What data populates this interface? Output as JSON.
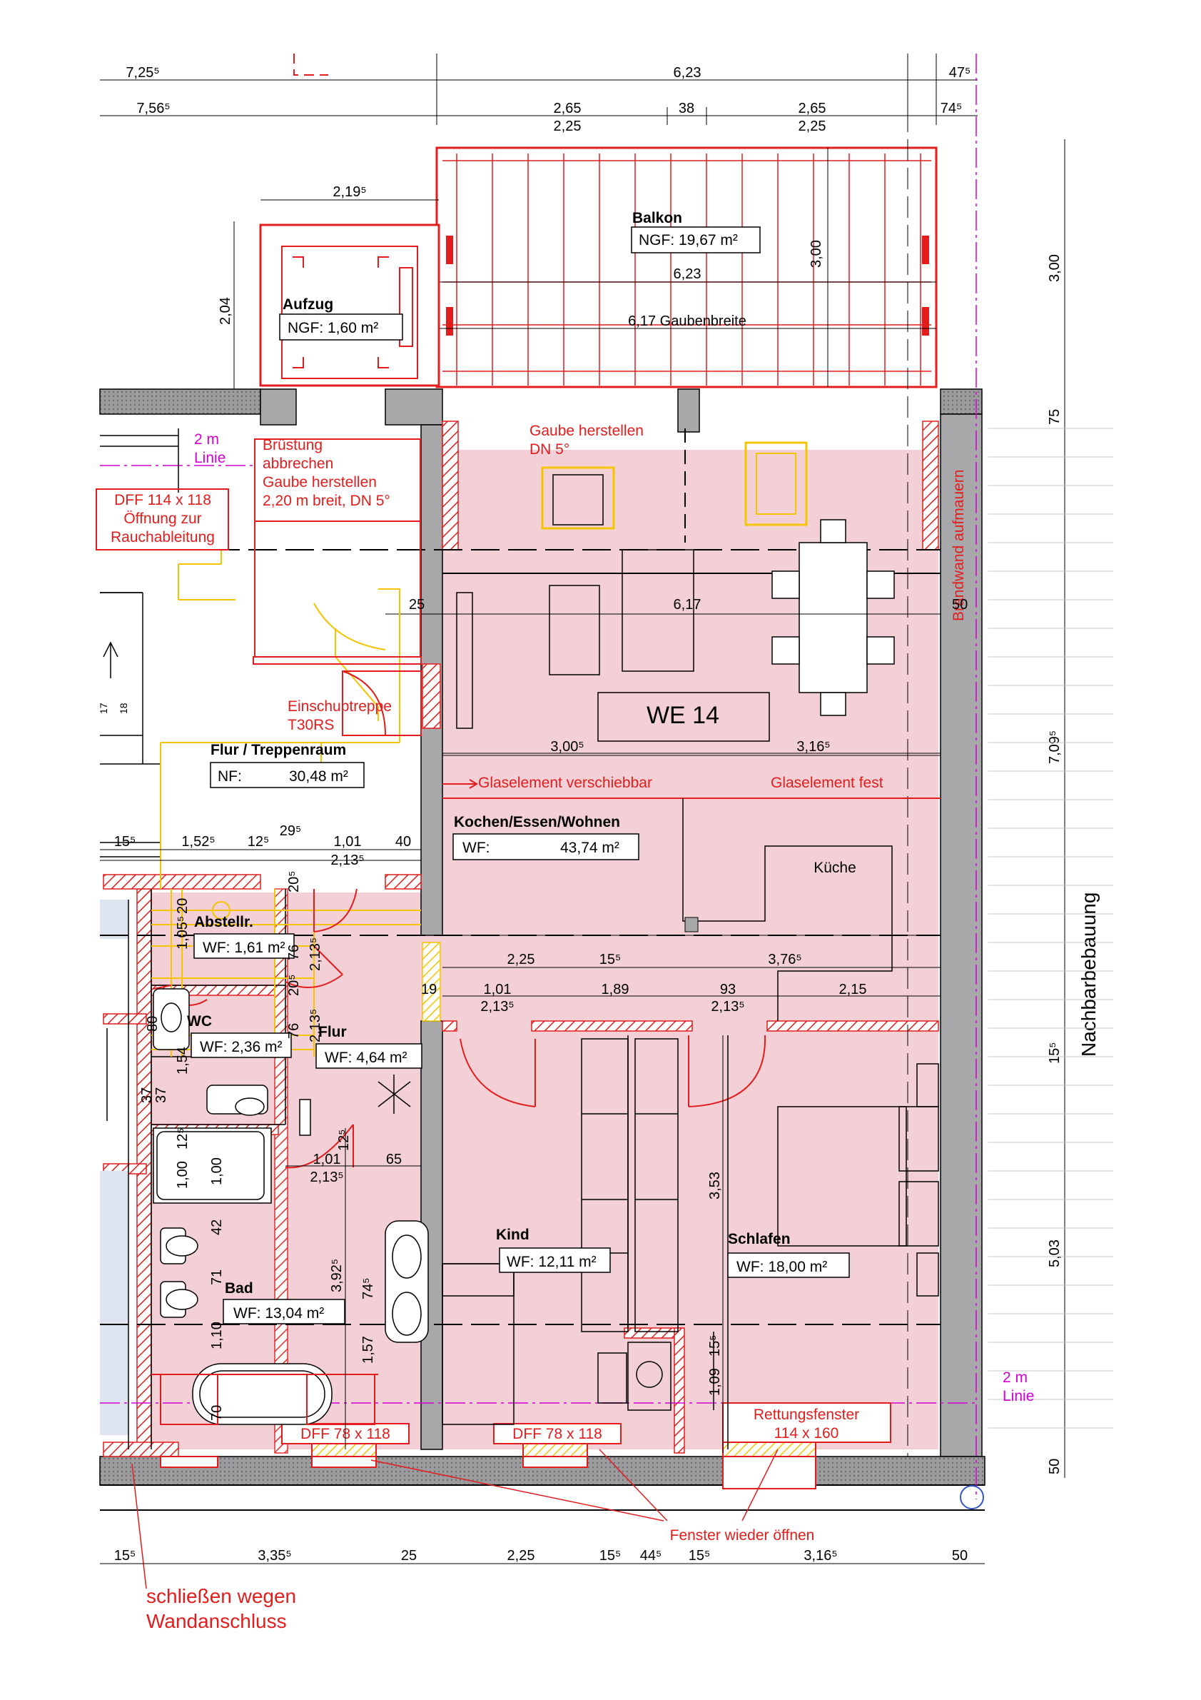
{
  "dimensions": {
    "top_row1": [
      "7,25⁵",
      "6,23",
      "47⁵"
    ],
    "top_row2": [
      "7,56⁵",
      "2,65",
      "2,25",
      "38",
      "2,65",
      "2,25",
      "74⁵"
    ],
    "balcony_width": "6,23",
    "dormer_width": "6,17 Gaubenbreite",
    "balcony_depth": "3,00",
    "elevator_left": "2,19⁵",
    "elevator_depth": "2,04",
    "right_col": [
      "3,00",
      "75",
      "7,09⁵",
      "15⁵",
      "5,03",
      "50"
    ],
    "wall_25": "25",
    "room_width_617": "6,17",
    "wall_50": "50",
    "living_widths": [
      "3,00⁵",
      "3,16⁵"
    ],
    "middle_row": [
      "15⁵",
      "1,52⁵",
      "12⁵",
      "29⁵",
      "1,01",
      "2,13⁵",
      "40"
    ],
    "kitchen_row": [
      "2,25",
      "15⁵",
      "3,76⁵"
    ],
    "door_row": [
      "1,01",
      "2,13⁵",
      "1,89",
      "93",
      "2,13⁵",
      "2,15"
    ],
    "wall_19": "19",
    "vertical_left": [
      "20",
      "1,05⁵",
      "76",
      "2,13⁵",
      "20⁵",
      "80",
      "76",
      "2,13⁵",
      "37",
      "37",
      "1,54",
      "12⁵",
      "1,00",
      "1,00",
      "42",
      "71",
      "1,10",
      "70",
      "20⁵"
    ],
    "bath_dims": [
      "1,01",
      "12⁵",
      "2,13⁵",
      "65",
      "3,92⁵",
      "74⁵",
      "1,57"
    ],
    "kind_dims": [
      "3,53",
      "15⁵",
      "1,09"
    ],
    "bottom_row": [
      "15⁵",
      "3,35⁵",
      "25",
      "2,25",
      "15⁵",
      "44⁵",
      "15⁵",
      "3,16⁵",
      "50"
    ]
  },
  "rooms": {
    "balkon": {
      "name": "Balkon",
      "area": "NGF: 19,67 m²"
    },
    "aufzug": {
      "name": "Aufzug",
      "area": "NGF: 1,60 m²"
    },
    "flur_treppe": {
      "name": "Flur /  Treppenraum",
      "area_label": "NF:",
      "area_value": "30,48 m²"
    },
    "we": "WE 14",
    "kochen": {
      "name": "Kochen/Essen/Wohnen",
      "area_label": "WF:",
      "area_value": "43,74 m²"
    },
    "kueche": "Küche",
    "abstellr": {
      "name": "Abstellr.",
      "area": "WF: 1,61 m²"
    },
    "wc": {
      "name": "WC",
      "area": "WF: 2,36 m²"
    },
    "flur": {
      "name": "Flur",
      "area": "WF: 4,64 m²"
    },
    "bad": {
      "name": "Bad",
      "area": "WF: 13,04 m²"
    },
    "kind": {
      "name": "Kind",
      "area": "WF: 12,11 m²"
    },
    "schlafen": {
      "name": "Schlafen",
      "area": "WF: 18,00 m²"
    }
  },
  "annotations": {
    "gaube_herstellen": "Gaube herstellen",
    "gaube_dn": "DN 5°",
    "bruestung": [
      "Brüstung",
      "abbrechen",
      "Gaube herstellen",
      "2,20 m breit, DN 5°"
    ],
    "dff_left": [
      "DFF 114 x 118",
      "Öffnung zur",
      "Rauchableitung"
    ],
    "two_m_linie": [
      "2 m",
      "Linie"
    ],
    "einschubtreppe": [
      "Einschubtreppe",
      "T30RS"
    ],
    "brandwand": "Brandwand aufmauern",
    "glaselement_schiebbar": "Glaselement verschiebbar",
    "glaselement_fest": "Glaselement fest",
    "dff_78_a": "DFF 78 x 118",
    "dff_78_b": "DFF 78 x 118",
    "rettungsfenster": [
      "Rettungsfenster",
      "114 x 160"
    ],
    "fenster_oeffnen": "Fenster wieder öffnen",
    "schliessen": [
      "schließen wegen",
      "Wandanschluss"
    ],
    "nachbarbebauung": "Nachbarbebauung",
    "stair_steps": [
      "17",
      "18"
    ]
  },
  "colors": {
    "apartment_fill": "#f2d0d6",
    "wall_grey": "#a8a8aa",
    "red_lines": "#e31d1d",
    "yellow_lines": "#f5c400",
    "magenta": "#d400d4",
    "blue_fill": "#dde3ef"
  }
}
